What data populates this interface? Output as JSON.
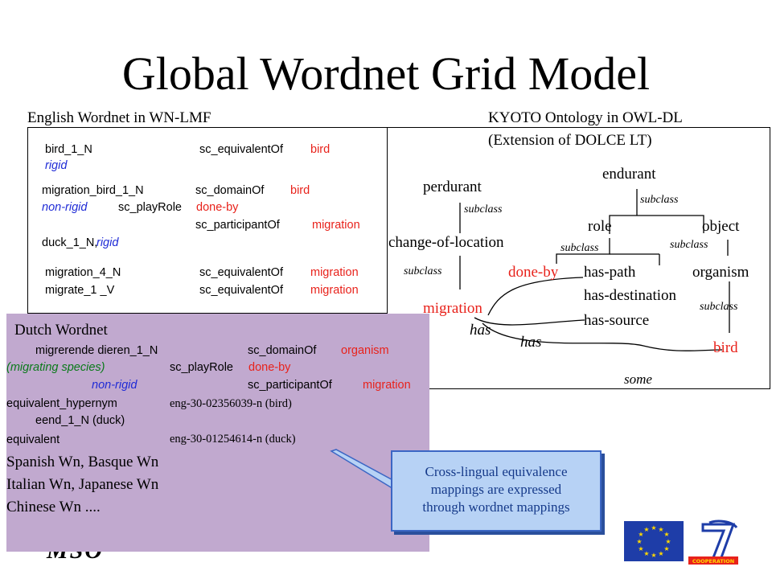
{
  "title": "Global Wordnet Grid Model",
  "headers": {
    "left": "English Wordnet in WN-LMF",
    "right_line1": "KYOTO Ontology in OWL-DL",
    "right_line2": "(Extension of DOLCE LT)"
  },
  "english": {
    "r1_term": "bird_1_N",
    "r1_rel": "sc_equivalentOf",
    "r1_val": "bird",
    "r1_type": "rigid",
    "r2_term": "migration_bird_1_N",
    "r2_rel": "sc_domainOf",
    "r2_val": "bird",
    "r3_type": "non-rigid",
    "r3_rel": "sc_playRole",
    "r3_val": "done-by",
    "r4_rel": "sc_participantOf",
    "r4_val": "migration",
    "r5_term": "duck_1_N,",
    "r5_type": "rigid",
    "r6_term": "migration_4_N",
    "r6_rel": "sc_equivalentOf",
    "r6_val": "migration",
    "r7_term": "migrate_1 _V",
    "r7_rel": "sc_equivalentOf",
    "r7_val": "migration"
  },
  "ontology": {
    "perdurant": "perdurant",
    "endurant": "endurant",
    "role": "role",
    "object": "object",
    "change_of_location": "change-of-location",
    "done_by": "done-by",
    "has_path": "has-path",
    "organism": "organism",
    "has_destination": "has-destination",
    "has_source": "has-source",
    "migration": "migration",
    "bird": "bird",
    "has1": "has",
    "has2": "has",
    "some": "some",
    "subclass": "subclass"
  },
  "dutch": {
    "heading": "Dutch Wordnet",
    "d1_term": "migrerende dieren_1_N",
    "d1_rel": "sc_domainOf",
    "d1_val": "organism",
    "d2_gloss": "(migrating species)",
    "d2_rel": "sc_playRole",
    "d2_val": "done-by",
    "d3_type": "non-rigid",
    "d3_rel": "sc_participantOf",
    "d3_val": "migration",
    "d4_label": "equivalent_hypernym",
    "d4_id": "eng-30-02356039-n (bird)",
    "d5_term": "eend_1_N (duck)",
    "d6_label": "equivalent",
    "d6_id": "eng-30-01254614-n (duck)",
    "langs1": "Spanish Wn, Basque Wn",
    "langs2": "Italian Wn, Japanese Wn",
    "langs3": "Chinese Wn ...."
  },
  "callout": {
    "line1": "Cross-lingual equivalence",
    "line2": "mappings are expressed",
    "line3": "through wordnet mappings"
  },
  "logos": {
    "left_partial": "MSO",
    "seventh_fp_text": "COOPERATION"
  },
  "colors": {
    "red": "#e8221b",
    "blue": "#1f2bd6",
    "green": "#0a7a1a",
    "dutch_box": "#c1a9cf",
    "callout_fill": "#b7d2f5",
    "eu_blue": "#1e3da8",
    "eu_star": "#ffd800"
  }
}
